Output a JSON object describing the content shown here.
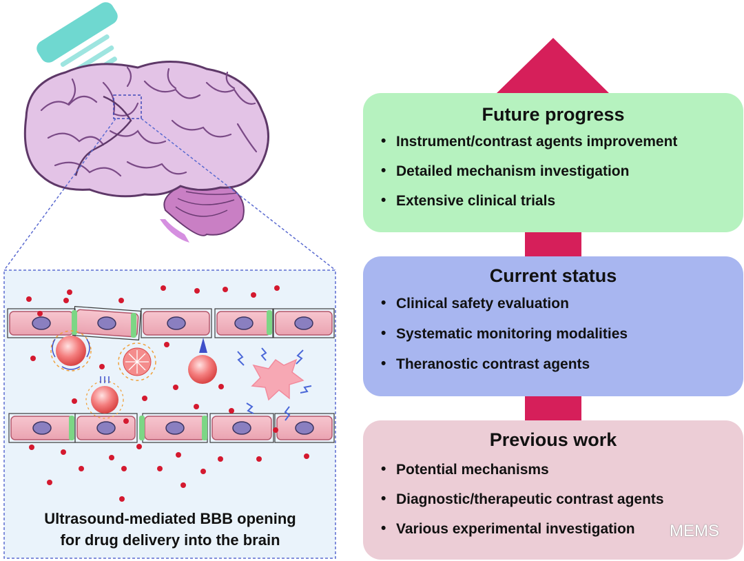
{
  "stages": {
    "future": {
      "title": "Future progress",
      "items": [
        "Instrument/contrast agents improvement",
        "Detailed mechanism investigation",
        "Extensive clinical trials"
      ],
      "color": "#b6f2bf"
    },
    "current": {
      "title": "Current status",
      "items": [
        "Clinical safety evaluation",
        "Systematic monitoring modalities",
        "Theranostic contrast agents"
      ],
      "color": "#a8b6f0"
    },
    "previous": {
      "title": "Previous work",
      "items": [
        "Potential mechanisms",
        "Diagnostic/therapeutic contrast agents",
        "Various experimental investigation"
      ],
      "color": "#eccdd6"
    }
  },
  "arrow_color": "#d61f5a",
  "illustration": {
    "caption_line1": "Ultrasound-mediated BBB opening",
    "caption_line2": "for drug delivery into the brain",
    "icons": [
      "ultrasound-transducer-icon",
      "brain-icon",
      "endothelial-cell-icon",
      "microbubble-icon",
      "drug-particle-icon"
    ]
  },
  "watermark": {
    "text": "MEMS",
    "icon": "chat-bubbles-icon"
  }
}
